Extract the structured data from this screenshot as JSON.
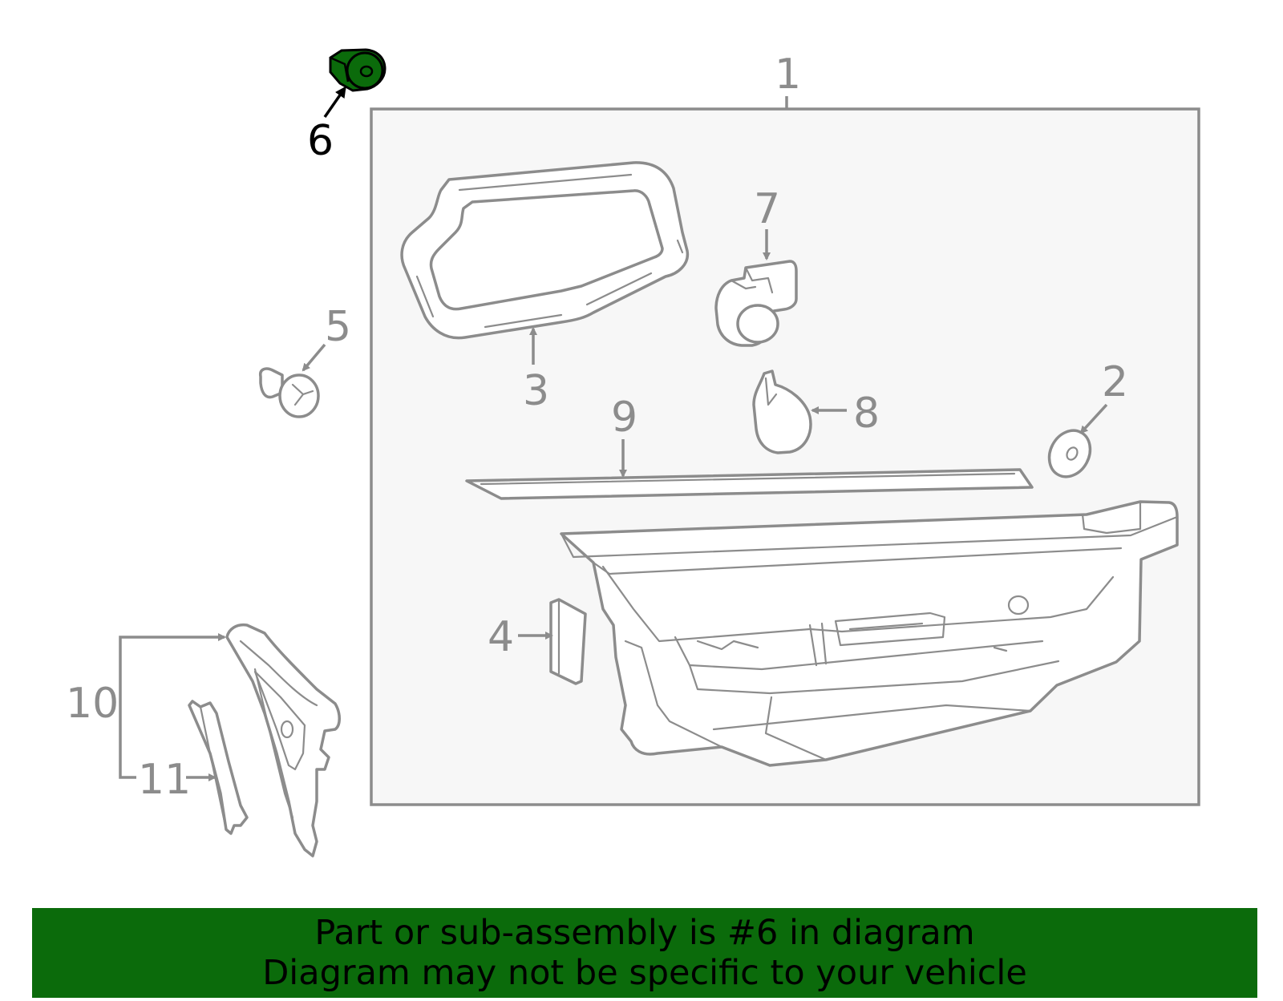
{
  "labels": {
    "p1": "1",
    "p2": "2",
    "p3": "3",
    "p4": "4",
    "p5": "5",
    "p6": "6",
    "p7": "7",
    "p8": "8",
    "p9": "9",
    "p10": "10",
    "p11": "11"
  },
  "highlighted_part": "6",
  "colors": {
    "highlight": "#0b6b0b",
    "line": "#8c8c8c",
    "panel": "#f7f7f7"
  },
  "banner": {
    "line1": "Part or sub-assembly is #6 in diagram",
    "line2": "Diagram may not be specific to your vehicle"
  }
}
